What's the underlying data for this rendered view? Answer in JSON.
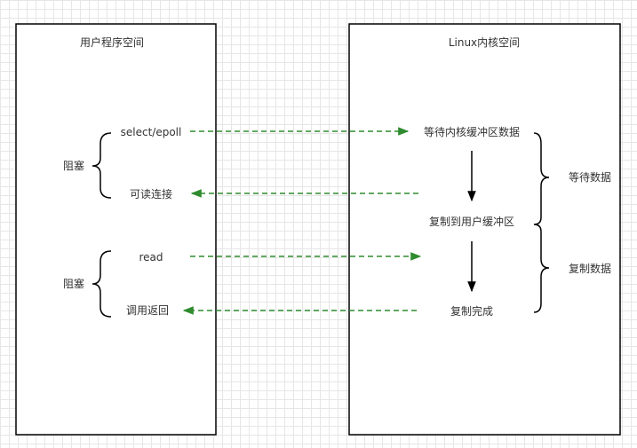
{
  "user_space": {
    "title": "用户程序空间",
    "select_epoll": "select/epoll",
    "readable_connection": "可读连接",
    "read": "read",
    "call_return": "调用返回",
    "block_label_1": "阻塞",
    "block_label_2": "阻塞"
  },
  "kernel_space": {
    "title": "Linux内核空间",
    "wait_kernel_buffer": "等待内核缓冲区数据",
    "copy_to_user_buffer": "复制到用户缓冲区",
    "copy_complete": "复制完成"
  },
  "phases": {
    "wait_data": "等待数据",
    "copy_data": "复制数据"
  },
  "colors": {
    "dashed_arrow": "#2e8b2e",
    "box_border": "#000000",
    "brace": "#000000"
  }
}
